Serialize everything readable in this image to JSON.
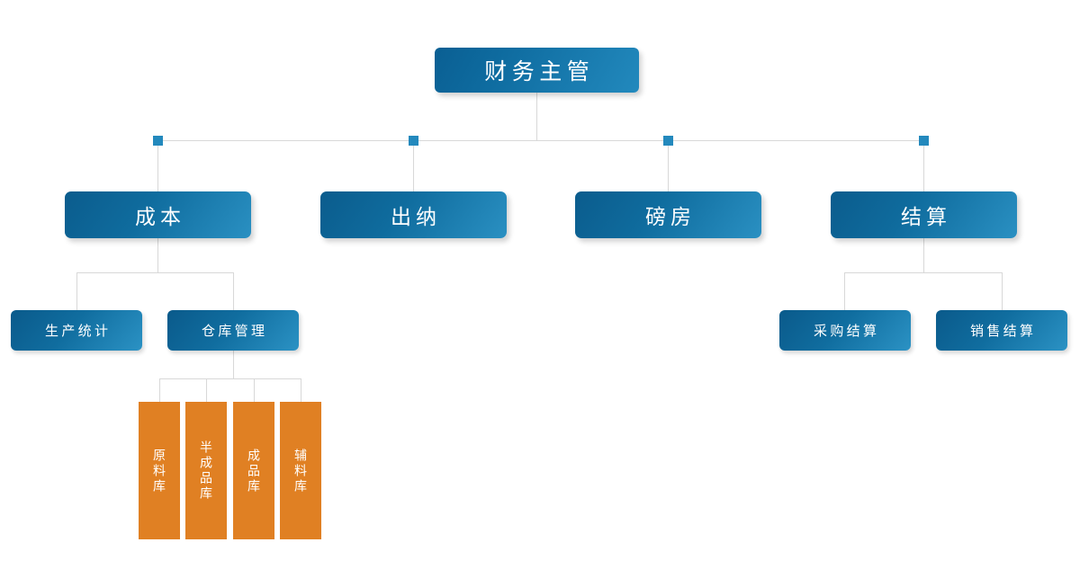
{
  "chart": {
    "type": "org-chart",
    "title": "",
    "background_color": "#ffffff",
    "connector_color": "#d8d8d8",
    "joint_color": "#2389bd",
    "level1_color": "#0e6b9f",
    "level2_color": "#0f6c9e",
    "level3_color": "#106d9f",
    "warehouse_color": "#e08023"
  },
  "root": {
    "label": "财务主管"
  },
  "departments": [
    {
      "label": "成本"
    },
    {
      "label": "出纳"
    },
    {
      "label": "磅房"
    },
    {
      "label": "结算"
    }
  ],
  "cost_children": [
    {
      "label": "生产统计"
    },
    {
      "label": "仓库管理"
    }
  ],
  "settlement_children": [
    {
      "label": "采购结算"
    },
    {
      "label": "销售结算"
    }
  ],
  "warehouses": [
    {
      "label": "原料库"
    },
    {
      "label": "半成品库"
    },
    {
      "label": "成品库"
    },
    {
      "label": "辅料库"
    }
  ]
}
